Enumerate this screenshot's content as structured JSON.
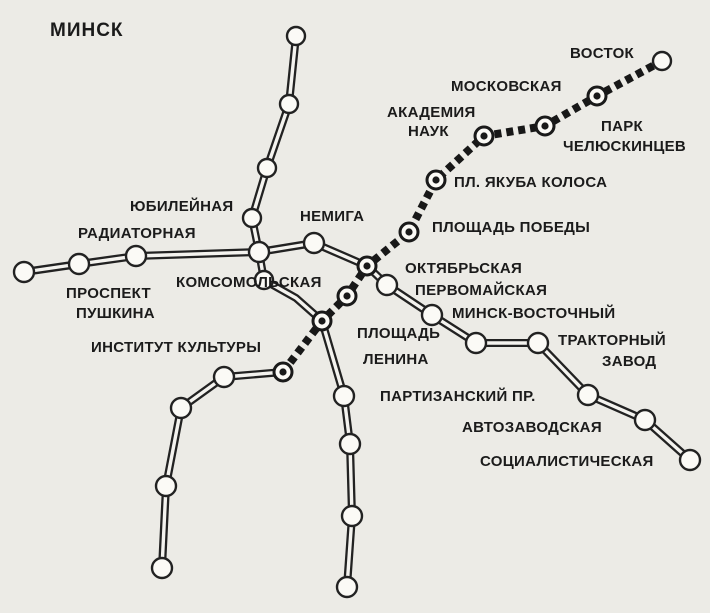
{
  "map": {
    "title": "МИНСК",
    "stations": {
      "vostok": "ВОСТОК",
      "moskovskaya": "МОСКОВСКАЯ",
      "akademiya_nauk": [
        "АКАДЕМИЯ",
        "НАУК"
      ],
      "park_chelyuskintsev": [
        "ПАРК",
        "ЧЕЛЮСКИНЦЕВ"
      ],
      "pl_yakuba_kolosa": "ПЛ. ЯКУБА КОЛОСА",
      "ploshchad_pobedy": "ПЛОЩАДЬ ПОБЕДЫ",
      "yubileynaya": "ЮБИЛЕЙНАЯ",
      "nemiga": "НЕМИГА",
      "radiatornaya": "РАДИАТОРНАЯ",
      "oktyabrskaya": "ОКТЯБРЬСКАЯ",
      "pervomayskaya": "ПЕРВОМАЙСКАЯ",
      "minsk_vostochny": "МИНСК-ВОСТОЧНЫЙ",
      "komsomolskaya": "КОМСОМОЛЬСКАЯ",
      "prospekt_pushkina": [
        "ПРОСПЕКТ",
        "ПУШКИНА"
      ],
      "institut_kultury": "ИНСТИТУТ КУЛЬТУРЫ",
      "ploshchad_lenina": [
        "ПЛОЩАДЬ",
        "ЛЕНИНА"
      ],
      "traktorny_zavod": [
        "ТРАКТОРНЫЙ",
        "ЗАВОД"
      ],
      "partizansky_pr": "ПАРТИЗАНСКИЙ ПР.",
      "avtozavodskaya": "АВТОЗАВОДСКАЯ",
      "sotsialisticheskaya": "СОЦИАЛИСТИЧЕСКАЯ"
    }
  }
}
